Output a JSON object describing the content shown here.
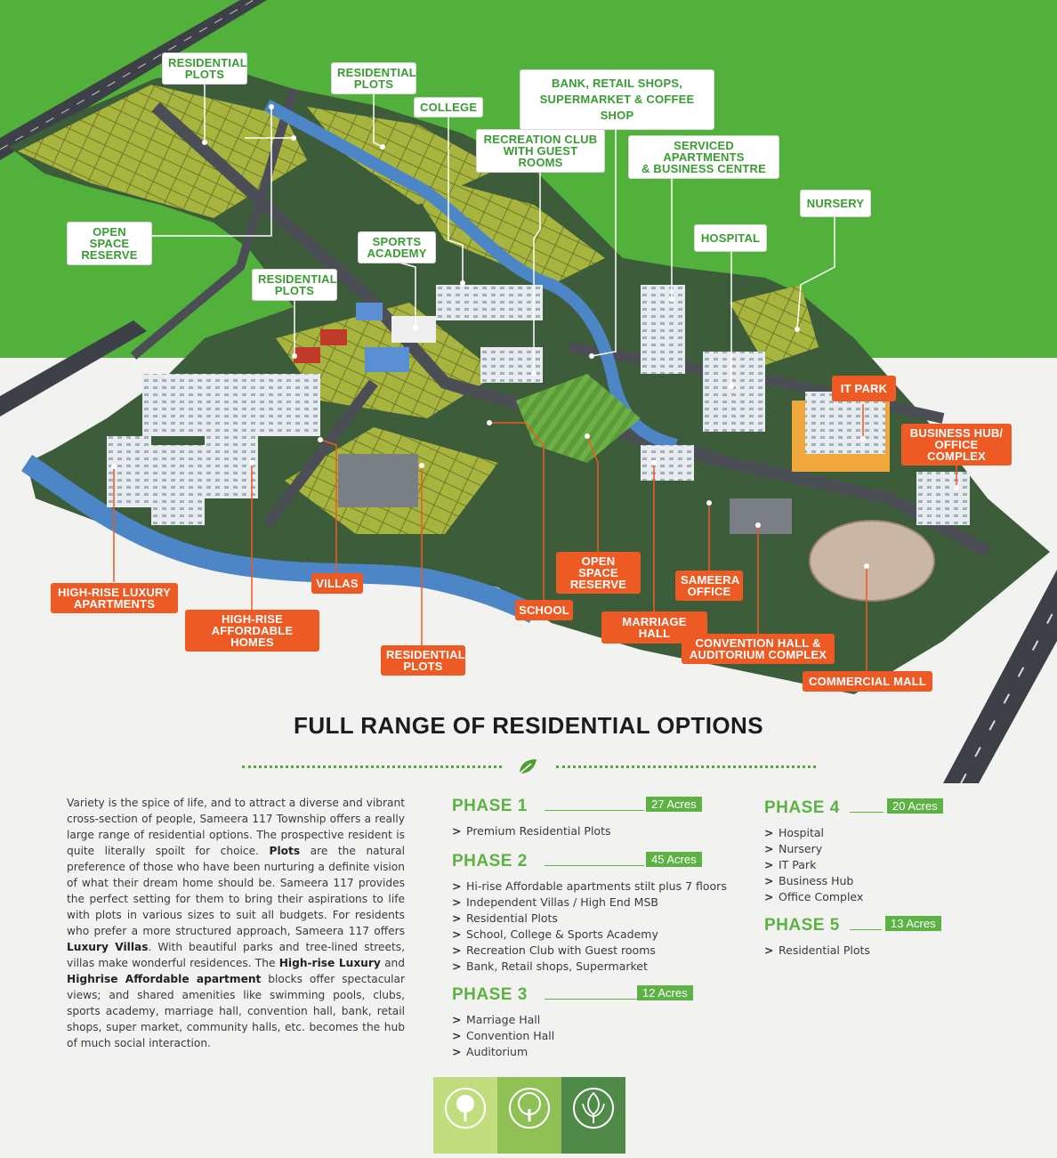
{
  "map": {
    "white_labels": [
      {
        "id": "res-plots-1",
        "text": "RESIDENTIAL\nPLOTS"
      },
      {
        "id": "res-plots-2",
        "text": "RESIDENTIAL\nPLOTS"
      },
      {
        "id": "college",
        "text": "COLLEGE"
      },
      {
        "id": "bank",
        "text": "BANK, RETAIL SHOPS,\nSUPERMARKET & COFFEE SHOP"
      },
      {
        "id": "recreation",
        "text": "RECREATION CLUB\nWITH GUEST ROOMS"
      },
      {
        "id": "serviced",
        "text": "SERVICED APARTMENTS\n& BUSINESS CENTRE"
      },
      {
        "id": "nursery",
        "text": "NURSERY"
      },
      {
        "id": "open-space-1",
        "text": "OPEN SPACE\nRESERVE"
      },
      {
        "id": "sports",
        "text": "SPORTS\nACADEMY"
      },
      {
        "id": "hospital",
        "text": "HOSPITAL"
      },
      {
        "id": "res-plots-3",
        "text": "RESIDENTIAL\nPLOTS"
      }
    ],
    "orange_labels": [
      {
        "id": "it-park",
        "text": "IT PARK"
      },
      {
        "id": "business-hub",
        "text": "BUSINESS HUB/\nOFFICE COMPLEX"
      },
      {
        "id": "high-rise-luxury",
        "text": "HIGH-RISE LUXURY\nAPARTMENTS"
      },
      {
        "id": "villas",
        "text": "VILLAS"
      },
      {
        "id": "high-rise-affordable",
        "text": "HIGH-RISE\nAFFORDABLE HOMES"
      },
      {
        "id": "res-plots-4",
        "text": "RESIDENTIAL\nPLOTS"
      },
      {
        "id": "open-space-2",
        "text": "OPEN SPACE\nRESERVE"
      },
      {
        "id": "school",
        "text": "SCHOOL"
      },
      {
        "id": "sameera",
        "text": "SAMEERA\nOFFICE"
      },
      {
        "id": "marriage",
        "text": "MARRIAGE HALL"
      },
      {
        "id": "convention",
        "text": "CONVENTION HALL &\nAUDITORIUM COMPLEX"
      },
      {
        "id": "mall",
        "text": "COMMERCIAL MALL"
      }
    ]
  },
  "heading": "FULL RANGE OF RESIDENTIAL OPTIONS",
  "intro": {
    "p1": "Variety is the spice of life, and to attract a diverse and vibrant cross-section of people, Sameera 117 Township offers a really large range of residential options. The prospective resident is quite literally spoilt for choice.",
    "b1": "Plots",
    "p2": "are the natural preference of those who have been nurturing a definite vision of what their dream home should be. Sameera 117 provides the perfect setting for them to bring their aspirations to life with plots in various sizes to suit all budgets. For residents who prefer a more structured approach, Sameera 117 offers",
    "b2": "Luxury Villas",
    "p3": ". With beautiful parks and tree-lined streets, villas make wonderful residences. The",
    "b3": "High-rise Luxury",
    "p4": "and",
    "b4": "Highrise Affordable apartment",
    "p5": "blocks offer spectacular views; and shared amenities like swimming pools, clubs, sports academy, marriage hall, convention hall, bank, retail shops, super market, community halls, etc. becomes the hub of much social interaction."
  },
  "phases": [
    {
      "title": "PHASE 1",
      "acres": "27 Acres",
      "items": [
        "Premium Residential Plots"
      ]
    },
    {
      "title": "PHASE 2",
      "acres": "45 Acres",
      "items": [
        "Hi-rise Affordable apartments stilt plus 7 floors",
        "Independent Villas / High End MSB",
        "Residential Plots",
        "School, College & Sports Academy",
        "Recreation Club with Guest rooms",
        "Bank, Retail shops, Supermarket"
      ]
    },
    {
      "title": "PHASE 3",
      "acres": "12 Acres",
      "items": [
        "Marriage Hall",
        "Convention Hall",
        "Auditorium"
      ]
    },
    {
      "title": "PHASE 4",
      "acres": "20 Acres",
      "items": [
        "Hospital",
        "Nursery",
        "IT Park",
        "Business Hub",
        "Office Complex"
      ]
    },
    {
      "title": "PHASE 5",
      "acres": "13 Acres",
      "items": [
        "Residential Plots"
      ]
    }
  ],
  "bullet_symbol": ">",
  "colors": {
    "green": "#5cb244",
    "orange": "#ee5a24",
    "grass": "#52b13a"
  },
  "icons": [
    "tree-round-icon",
    "tree-circle-icon",
    "tree-leaf-icon"
  ]
}
